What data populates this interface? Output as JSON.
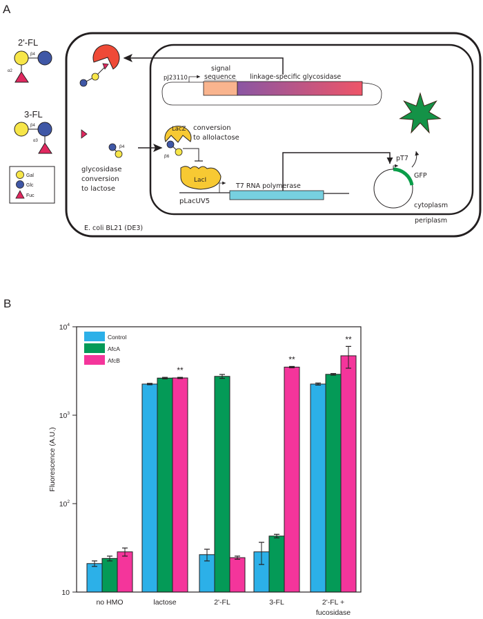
{
  "panel_a": {
    "label": "A",
    "glycans": {
      "two_fl": {
        "title": "2'-FL",
        "beta_link": "β4",
        "alpha_link": "α2"
      },
      "three_fl": {
        "title": "3-FL",
        "beta_link": "β4",
        "alpha_link": "α3"
      }
    },
    "legend": [
      {
        "name": "Gal",
        "shape": "circle",
        "color": "#f7e649"
      },
      {
        "name": "Glc",
        "shape": "circle",
        "color": "#3f57a6"
      },
      {
        "name": "Fuc",
        "shape": "triangle",
        "color": "#e0285f"
      }
    ],
    "cell": {
      "strain_label": "E. coli BL21 (DE3)",
      "cytoplasm_label": "cytoplasm",
      "periplasm_label": "periplasm"
    },
    "plasmid": {
      "promoter": "pJ23110",
      "signal_label_line1": "signal",
      "signal_label_line2": "sequence",
      "gene_label": "linkage-specific glycosidase"
    },
    "lacz": {
      "enzyme": "LacZ",
      "text_line1": "conversion",
      "text_line2": "to allolactose",
      "link": "β6"
    },
    "lactose": {
      "link": "β4",
      "text_line1": "glycosidase",
      "text_line2": "conversion",
      "text_line3": "to lactose"
    },
    "lacI": {
      "enzyme": "LacI",
      "promoter": "pLacUV5",
      "gene_label": "T7 RNA polymerase"
    },
    "gfp": {
      "promoter": "pT7",
      "gene": "GFP"
    },
    "colors": {
      "glycosidase": "#ef4a37",
      "laczi": "#f7c933",
      "t7": "#77d0e0",
      "signal": "#f9b48e",
      "gfp": "#0a9d49",
      "gfp_star": "#149247"
    }
  },
  "panel_b": {
    "label": "B"
  },
  "chart_data": {
    "type": "bar",
    "title": "",
    "xlabel": "",
    "ylabel": "Fluorescence (A.U.)",
    "yscale": "log",
    "ylim": [
      10,
      10000
    ],
    "yticks": [
      {
        "value": 10,
        "base": "10",
        "exp": ""
      },
      {
        "value": 100,
        "base": "10",
        "exp": "2"
      },
      {
        "value": 1000,
        "base": "10",
        "exp": "3"
      },
      {
        "value": 10000,
        "base": "10",
        "exp": "4"
      }
    ],
    "categories": [
      "no HMO",
      "lactose",
      "2'-FL",
      "3-FL",
      "2'-FL +\nfucosidase"
    ],
    "category_lines": [
      [
        "no HMO"
      ],
      [
        "lactose"
      ],
      [
        "2'-FL"
      ],
      [
        "3-FL"
      ],
      [
        "2'-FL +",
        "fucosidase"
      ]
    ],
    "legend_position": "top-left",
    "series": [
      {
        "name": "Control",
        "color": "#2cb0e8",
        "values": [
          21,
          2250,
          26.5,
          28.5,
          2250
        ],
        "errors": [
          1.5,
          40,
          4,
          8,
          60
        ]
      },
      {
        "name": "AfcA",
        "color": "#049a57",
        "values": [
          24,
          2630,
          2750,
          43,
          2900
        ],
        "errors": [
          1.5,
          50,
          140,
          2,
          60
        ]
      },
      {
        "name": "AfcB",
        "color": "#f4359b",
        "values": [
          28.5,
          2640,
          24.5,
          3500,
          4700
        ],
        "errors": [
          3,
          40,
          1,
          60,
          1300
        ]
      }
    ],
    "annotations": [
      {
        "category": "lactose",
        "series": "AfcB",
        "text": "**"
      },
      {
        "category": "3-FL",
        "series": "AfcB",
        "text": "**"
      },
      {
        "category": "2'-FL +\nfucosidase",
        "series": "AfcB",
        "text": "**"
      }
    ]
  }
}
